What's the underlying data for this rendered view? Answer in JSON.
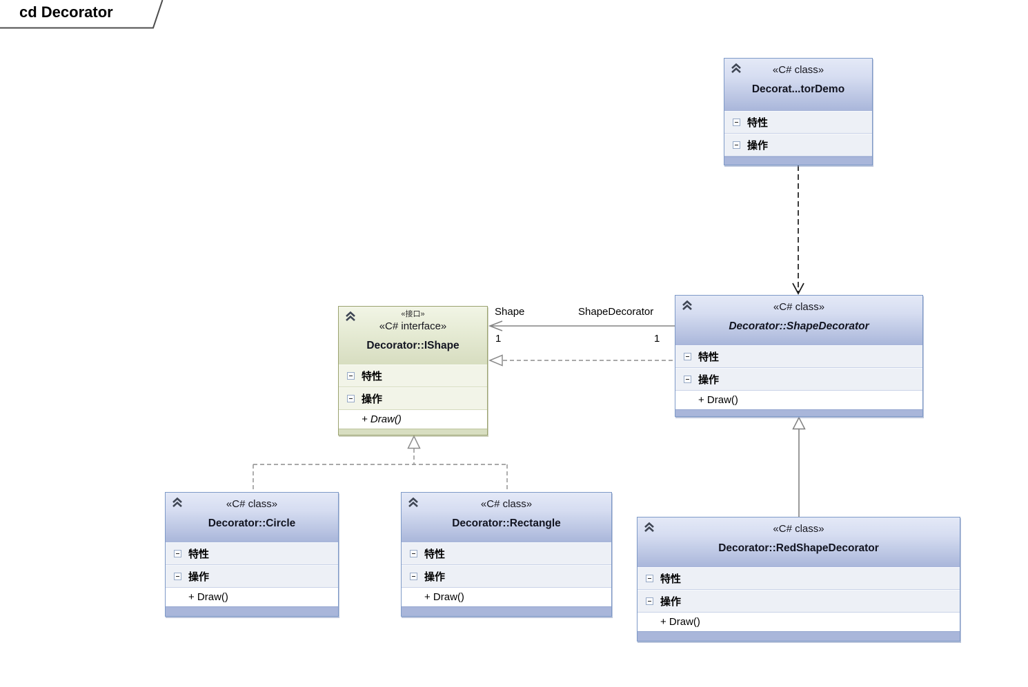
{
  "frame": {
    "label": "cd Decorator"
  },
  "classes": [
    {
      "stereotype": "«C# class»",
      "name": "Decorat...torDemo",
      "sections": [
        "特性",
        "操作"
      ],
      "operations": []
    },
    {
      "stereotype_small": "«接口»",
      "stereotype": "«C# interface»",
      "name": "Decorator::IShape",
      "sections": [
        "特性",
        "操作"
      ],
      "operations": [
        "+ Draw()"
      ]
    },
    {
      "stereotype": "«C# class»",
      "name": "Decorator::ShapeDecorator",
      "sections": [
        "特性",
        "操作"
      ],
      "operations": [
        "+ Draw()"
      ]
    },
    {
      "stereotype": "«C# class»",
      "name": "Decorator::Circle",
      "sections": [
        "特性",
        "操作"
      ],
      "operations": [
        "+ Draw()"
      ]
    },
    {
      "stereotype": "«C# class»",
      "name": "Decorator::Rectangle",
      "sections": [
        "特性",
        "操作"
      ],
      "operations": [
        "+ Draw()"
      ]
    },
    {
      "stereotype": "«C# class»",
      "name": "Decorator::RedShapeDecorator",
      "sections": [
        "特性",
        "操作"
      ],
      "operations": [
        "+ Draw()"
      ]
    }
  ],
  "association": {
    "target_role": "Shape",
    "source_role": "ShapeDecorator",
    "target_multiplicity": "1",
    "source_multiplicity": "1"
  },
  "colors": {
    "blue_header_top": "#e4e9f7",
    "blue_header_bottom": "#a9b6da",
    "blue_border": "#7d99c7",
    "green_header_top": "#f2f5e6",
    "green_header_bottom": "#d7ddc0",
    "green_border": "#9aa26f",
    "connector_gray": "#828282",
    "dependency_black": "#1a1a1a"
  }
}
